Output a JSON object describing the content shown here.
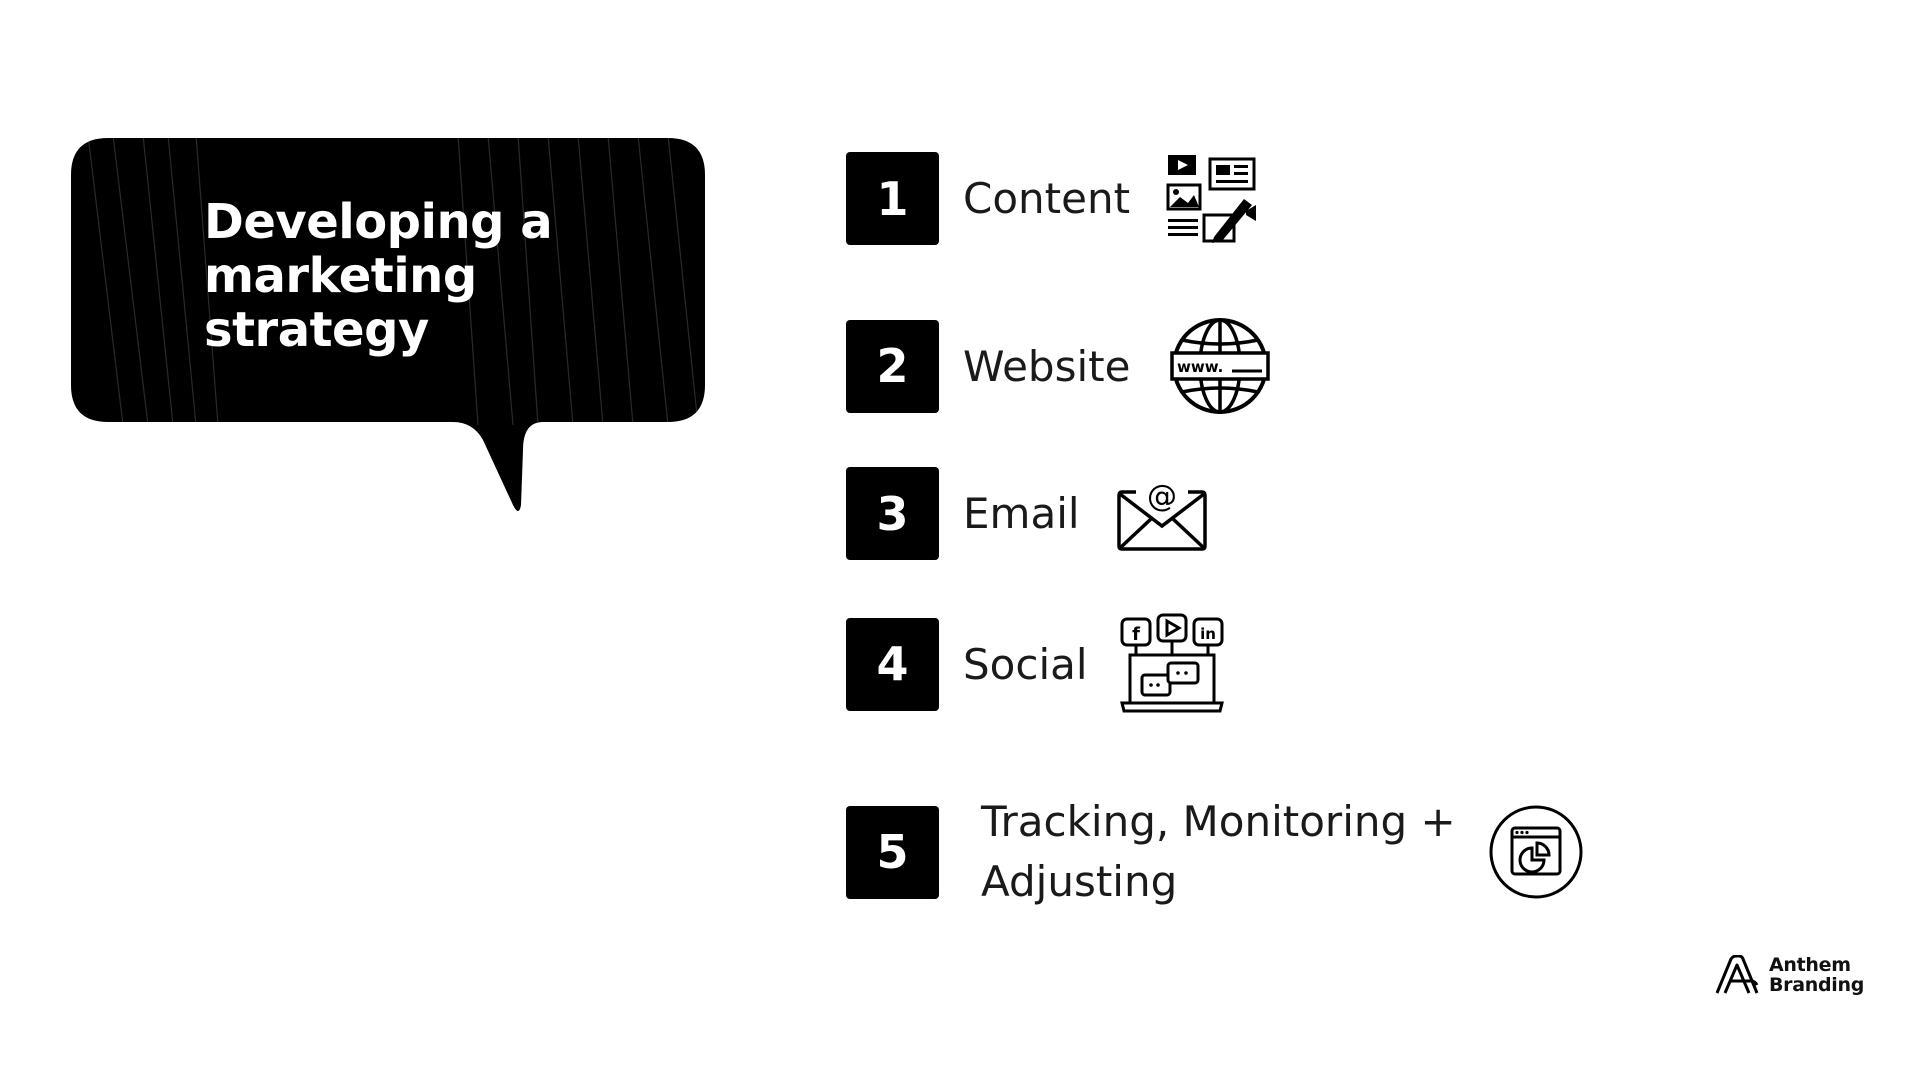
{
  "heading": {
    "lines": [
      "Developing a",
      "marketing",
      "strategy"
    ]
  },
  "steps": [
    {
      "number": "1",
      "label": "Content",
      "icon": "content-media-icon"
    },
    {
      "number": "2",
      "label": "Website",
      "icon": "globe-www-icon"
    },
    {
      "number": "3",
      "label": "Email",
      "icon": "envelope-at-icon"
    },
    {
      "number": "4",
      "label": "Social",
      "icon": "social-media-laptop-icon"
    },
    {
      "number": "5",
      "label_lines": [
        "Tracking, Monitoring +",
        "Adjusting"
      ],
      "icon": "analytics-chart-icon"
    }
  ],
  "logo": {
    "lines": [
      "Anthem",
      "Branding"
    ],
    "icon": "anthem-logo-icon"
  },
  "colors": {
    "bubble": "#000000",
    "number_box": "#000000",
    "background": "#ffffff"
  }
}
